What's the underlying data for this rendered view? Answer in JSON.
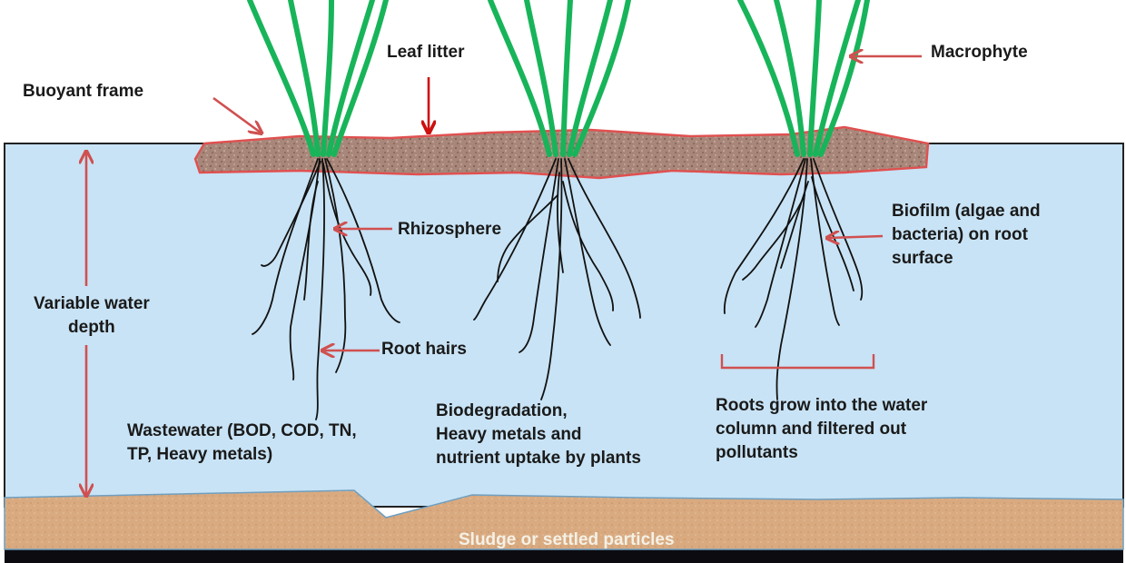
{
  "labels": {
    "leaf_litter": "Leaf litter",
    "macrophyte": "Macrophyte",
    "buoyant_frame": "Buoyant frame",
    "rhizosphere": "Rhizosphere",
    "biofilm": "Biofilm (algae and\nbacteria) on root\nsurface",
    "variable_depth": "Variable water\ndepth",
    "root_hairs": "Root hairs",
    "wastewater": "Wastewater (BOD, COD, TN,\nTP, Heavy metals)",
    "biodegradation": "Biodegradation,\nHeavy metals and\nnutrient uptake by plants",
    "roots_grow": "Roots grow into the water\ncolumn and filtered out\npollutants",
    "sludge": "Sludge or settled particles"
  },
  "colors": {
    "water": "#c8e3f5",
    "frame_fill": "#a8877a",
    "frame_border": "#e05050",
    "stem": "#18b45a",
    "root": "#111111",
    "arrow": "#d05050",
    "sludge": "#d9aa80",
    "bedrock": "#0c0c10"
  }
}
